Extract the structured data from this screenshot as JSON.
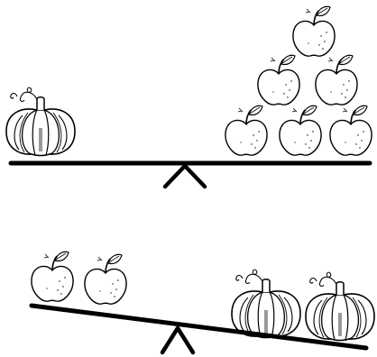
{
  "colors": {
    "ink": "#000000",
    "fill": "#ffffff"
  },
  "scales": [
    {
      "id": "top",
      "tilt": "level",
      "left_pan": {
        "item": "pumpkin",
        "count": 1
      },
      "right_pan": {
        "item": "apple",
        "count": 6
      }
    },
    {
      "id": "bottom",
      "tilt": "right-side-down",
      "left_pan": {
        "item": "apple",
        "count": 2
      },
      "right_pan": {
        "item": "pumpkin",
        "count": 2
      }
    }
  ]
}
